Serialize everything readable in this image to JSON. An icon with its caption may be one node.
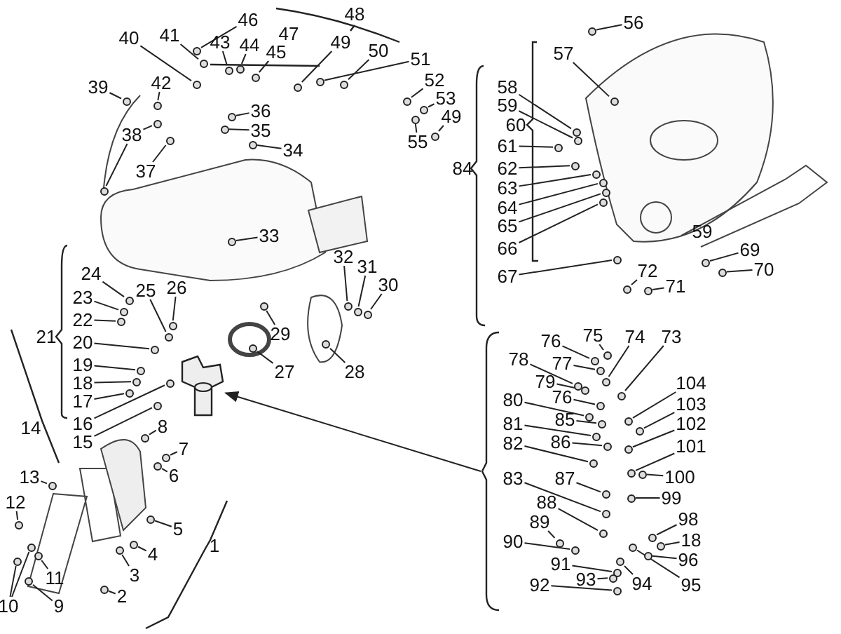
{
  "diagram": {
    "nodes": [
      {
        "text": [
          "40"
        ]
      },
      {
        "text": [
          "41"
        ]
      },
      {
        "text": [
          "46"
        ]
      },
      {
        "text": [
          "43"
        ]
      },
      {
        "text": [
          "44"
        ]
      },
      {
        "text": [
          "45"
        ]
      },
      {
        "text": [
          "49"
        ]
      },
      {
        "text": [
          "50"
        ]
      },
      {
        "text": [
          "51"
        ]
      },
      {
        "text": [
          "52"
        ]
      },
      {
        "text": [
          "53"
        ]
      },
      {
        "text": [
          "49"
        ]
      },
      {
        "text": [
          "55"
        ]
      },
      {
        "text": [
          "39"
        ]
      },
      {
        "text": [
          "42"
        ]
      },
      {
        "text": [
          "36"
        ]
      },
      {
        "text": [
          "35"
        ]
      },
      {
        "text": [
          "34"
        ]
      },
      {
        "text": [
          "38"
        ]
      },
      {
        "text": [
          "37"
        ]
      },
      {
        "text": [
          "33"
        ]
      },
      {
        "text": [
          "32"
        ]
      },
      {
        "text": [
          "31"
        ]
      },
      {
        "text": [
          "30"
        ]
      },
      {
        "text": [
          "29"
        ]
      },
      {
        "text": [
          "28"
        ]
      },
      {
        "text": [
          "27"
        ]
      },
      {
        "text": [
          "26"
        ]
      },
      {
        "text": [
          "25"
        ]
      },
      {
        "text": [
          "24"
        ]
      },
      {
        "text": [
          "23"
        ]
      },
      {
        "text": [
          "22"
        ]
      },
      {
        "text": [
          "20"
        ]
      },
      {
        "text": [
          "19"
        ]
      },
      {
        "text": [
          "18"
        ]
      },
      {
        "text": [
          "17"
        ]
      },
      {
        "text": [
          "16"
        ]
      },
      {
        "text": [
          "15"
        ]
      },
      {
        "text": [
          "8"
        ]
      },
      {
        "text": [
          "7"
        ]
      },
      {
        "text": [
          "6"
        ]
      },
      {
        "text": [
          "13"
        ]
      },
      {
        "text": [
          "12"
        ]
      },
      {
        "text": [
          "5"
        ]
      },
      {
        "text": [
          "4"
        ]
      },
      {
        "text": [
          "3"
        ]
      },
      {
        "text": [
          "2"
        ]
      },
      {
        "text": [
          "11"
        ]
      },
      {
        "text": [
          "10"
        ]
      },
      {
        "text": [
          "9"
        ]
      },
      {
        "text": [
          "56"
        ]
      },
      {
        "text": [
          "57"
        ]
      },
      {
        "text": [
          "58"
        ]
      },
      {
        "text": [
          "59"
        ]
      },
      {
        "text": [
          "61"
        ]
      },
      {
        "text": [
          "62"
        ]
      },
      {
        "text": [
          "63"
        ]
      },
      {
        "text": [
          "64"
        ]
      },
      {
        "text": [
          "65"
        ]
      },
      {
        "text": [
          "66"
        ]
      },
      {
        "text": [
          "67"
        ]
      },
      {
        "text": [
          "69"
        ]
      },
      {
        "text": [
          "70"
        ]
      },
      {
        "text": [
          "72"
        ]
      },
      {
        "text": [
          "71"
        ]
      },
      {
        "text": [
          "76"
        ]
      },
      {
        "text": [
          "75"
        ]
      },
      {
        "text": [
          "74"
        ]
      },
      {
        "text": [
          "73"
        ]
      },
      {
        "text": [
          "78"
        ]
      },
      {
        "text": [
          "77"
        ]
      },
      {
        "text": [
          "79"
        ]
      },
      {
        "text": [
          "80"
        ]
      },
      {
        "text": [
          "76"
        ]
      },
      {
        "text": [
          "85"
        ]
      },
      {
        "text": [
          "104"
        ]
      },
      {
        "text": [
          "103"
        ]
      },
      {
        "text": [
          "102"
        ]
      },
      {
        "text": [
          "81"
        ]
      },
      {
        "text": [
          "86"
        ]
      },
      {
        "text": [
          "101"
        ]
      },
      {
        "text": [
          "100"
        ]
      },
      {
        "text": [
          "82"
        ]
      },
      {
        "text": [
          "87"
        ]
      },
      {
        "text": [
          "99"
        ]
      },
      {
        "text": [
          "83"
        ]
      },
      {
        "text": [
          "88"
        ]
      },
      {
        "text": [
          "98"
        ]
      },
      {
        "text": [
          "89"
        ]
      },
      {
        "text": [
          "18"
        ]
      },
      {
        "text": [
          "90"
        ]
      },
      {
        "text": [
          "96"
        ]
      },
      {
        "text": [
          "91"
        ]
      },
      {
        "text": [
          "95"
        ]
      },
      {
        "text": [
          "94"
        ]
      },
      {
        "text": [
          "93"
        ]
      },
      {
        "text": [
          "92"
        ]
      },
      {
        "text": [],
        "shape": "picture"
      },
      {
        "text": [],
        "shape": "circle"
      },
      {
        "text": [],
        "shape": "circle"
      },
      {
        "text": [],
        "shape": "circle"
      },
      {
        "text": [],
        "shape": "circle"
      },
      {
        "text": [],
        "shape": "circle"
      },
      {
        "text": [],
        "shape": "circle"
      },
      {
        "text": [],
        "shape": "circle"
      },
      {
        "text": [],
        "shape": "circle"
      },
      {
        "text": [],
        "shape": "circle"
      },
      {
        "text": [],
        "shape": "circle"
      },
      {
        "text": [],
        "shape": "circle"
      },
      {
        "text": [],
        "shape": "circle"
      },
      {
        "text": [],
        "shape": "circle"
      },
      {
        "text": [],
        "shape": "circle"
      },
      {
        "text": [],
        "shape": "circle"
      },
      {
        "text": [],
        "shape": "circle"
      },
      {
        "text": [],
        "shape": "circle"
      },
      {
        "text": [],
        "shape": "circle"
      },
      {
        "text": [],
        "shape": "circle"
      },
      {
        "text": [],
        "shape": "circle"
      },
      {
        "text": [],
        "shape": "circle"
      },
      {
        "text": [],
        "shape": "circle"
      },
      {
        "text": [],
        "shape": "circle"
      },
      {
        "text": [],
        "shape": "circle"
      },
      {
        "text": [],
        "shape": "circle"
      },
      {
        "text": [],
        "shape": "circle"
      },
      {
        "text": [],
        "shape": "circle"
      },
      {
        "text": [],
        "shape": "circle"
      },
      {
        "text": [],
        "shape": "circle"
      },
      {
        "text": [],
        "shape": "circle"
      },
      {
        "text": [],
        "shape": "circle"
      },
      {
        "text": [],
        "shape": "circle"
      },
      {
        "text": [],
        "shape": "circle"
      },
      {
        "text": [],
        "shape": "circle"
      },
      {
        "text": [],
        "shape": "circle"
      },
      {
        "text": [],
        "shape": "circle"
      },
      {
        "text": [],
        "shape": "circle"
      },
      {
        "text": [],
        "shape": "circle"
      },
      {
        "text": [],
        "shape": "circle"
      },
      {
        "text": [],
        "shape": "circle"
      },
      {
        "text": [],
        "shape": "circle"
      },
      {
        "text": [],
        "shape": "circle"
      },
      {
        "text": [],
        "shape": "circle"
      },
      {
        "text": [],
        "shape": "circle"
      },
      {
        "text": [],
        "shape": "circle"
      },
      {
        "text": [],
        "shape": "circle"
      },
      {
        "text": [],
        "shape": "circle"
      },
      {
        "text": [],
        "shape": "circle"
      },
      {
        "text": [],
        "shape": "circle"
      },
      {
        "text": [],
        "shape": "circle"
      },
      {
        "text": [],
        "shape": "circle"
      },
      {
        "text": [],
        "shape": "circle"
      },
      {
        "text": [],
        "shape": "circle"
      },
      {
        "text": [],
        "shape": "circle"
      },
      {
        "text": [],
        "shape": "circle"
      },
      {
        "text": [],
        "shape": "circle"
      },
      {
        "text": [],
        "shape": "circle"
      },
      {
        "text": [],
        "shape": "circle"
      },
      {
        "text": [],
        "shape": "circle"
      },
      {
        "text": [],
        "shape": "circle"
      },
      {
        "text": [],
        "shape": "circle"
      },
      {
        "text": [],
        "shape": "circle"
      },
      {
        "text": [],
        "shape": "circle"
      },
      {
        "text": [],
        "shape": "circle"
      },
      {
        "text": [],
        "shape": "circle"
      },
      {
        "text": [],
        "shape": "circle"
      },
      {
        "text": [],
        "shape": "circle"
      },
      {
        "text": [],
        "shape": "circle"
      },
      {
        "text": [],
        "shape": "circle"
      },
      {
        "text": [],
        "shape": "circle"
      },
      {
        "text": [],
        "shape": "circle"
      },
      {
        "text": [],
        "shape": "circle"
      },
      {
        "text": [],
        "shape": "circle"
      },
      {
        "text": [],
        "shape": "circle"
      },
      {
        "text": [],
        "shape": "circle"
      },
      {
        "text": [],
        "shape": "circle"
      },
      {
        "text": [],
        "shape": "circle"
      },
      {
        "text": [],
        "shape": "circle"
      },
      {
        "text": [],
        "shape": "circle"
      },
      {
        "text": [],
        "shape": "circle"
      },
      {
        "text": [],
        "shape": "circle"
      },
      {
        "text": [],
        "shape": "circle"
      },
      {
        "text": [],
        "shape": "circle"
      },
      {
        "text": [],
        "shape": "circle"
      },
      {
        "text": [],
        "shape": "circle"
      },
      {
        "text": [],
        "shape": "circle"
      },
      {
        "text": [],
        "shape": "circle"
      },
      {
        "text": [],
        "shape": "circle"
      },
      {
        "text": [],
        "shape": "circle"
      },
      {
        "text": [],
        "shape": "circle"
      },
      {
        "text": [],
        "shape": "circle"
      },
      {
        "text": [],
        "shape": "circle"
      },
      {
        "text": [],
        "shape": "circle"
      },
      {
        "text": [],
        "shape": "circle"
      },
      {
        "text": [],
        "shape": "circle"
      },
      {
        "text": [],
        "shape": "circle"
      },
      {
        "text": [],
        "shape": "circle"
      },
      {
        "text": [],
        "shape": "circle"
      },
      {
        "text": [],
        "shape": "circle"
      },
      {
        "text": [],
        "shape": "bracket"
      }
    ],
    "edges": [
      {
        "from": 0,
        "to": 98,
        "arrow": "none"
      },
      {
        "from": 1,
        "to": 99,
        "arrow": "none"
      },
      {
        "from": 2,
        "to": 100,
        "arrow": "none"
      },
      {
        "from": 3,
        "to": 101,
        "arrow": "none"
      },
      {
        "from": 4,
        "to": 102,
        "arrow": "none"
      },
      {
        "from": 5,
        "to": 103,
        "arrow": "none"
      },
      {
        "from": 6,
        "to": 104,
        "arrow": "none"
      },
      {
        "from": 7,
        "to": 105,
        "arrow": "none"
      },
      {
        "from": 8,
        "to": 106,
        "arrow": "none"
      },
      {
        "from": 9,
        "to": 107,
        "arrow": "none"
      },
      {
        "from": 10,
        "to": 108,
        "arrow": "none"
      },
      {
        "from": 11,
        "to": 109,
        "arrow": "none"
      },
      {
        "from": 12,
        "to": 110,
        "arrow": "none"
      },
      {
        "from": 13,
        "to": 111,
        "arrow": "none"
      },
      {
        "from": 14,
        "to": 112,
        "arrow": "none"
      },
      {
        "from": 15,
        "to": 113,
        "arrow": "none"
      },
      {
        "from": 16,
        "to": 114,
        "arrow": "none"
      },
      {
        "from": 17,
        "to": 115,
        "arrow": "none"
      },
      {
        "from": 18,
        "to": 116,
        "arrow": "none"
      },
      {
        "from": 18,
        "to": 117,
        "arrow": "none"
      },
      {
        "from": 19,
        "to": 118,
        "arrow": "none"
      },
      {
        "from": 20,
        "to": 119,
        "arrow": "none"
      },
      {
        "from": 21,
        "to": 120,
        "arrow": "none"
      },
      {
        "from": 22,
        "to": 121,
        "arrow": "none"
      },
      {
        "from": 23,
        "to": 122,
        "arrow": "none"
      },
      {
        "from": 24,
        "to": 123,
        "arrow": "none"
      },
      {
        "from": 25,
        "to": 124,
        "arrow": "none"
      },
      {
        "from": 26,
        "to": 125,
        "arrow": "none"
      },
      {
        "from": 27,
        "to": 126,
        "arrow": "none"
      },
      {
        "from": 28,
        "to": 127,
        "arrow": "none"
      },
      {
        "from": 29,
        "to": 128,
        "arrow": "none"
      },
      {
        "from": 30,
        "to": 129,
        "arrow": "none"
      },
      {
        "from": 31,
        "to": 130,
        "arrow": "none"
      },
      {
        "from": 32,
        "to": 131,
        "arrow": "none"
      },
      {
        "from": 33,
        "to": 132,
        "arrow": "none"
      },
      {
        "from": 34,
        "to": 133,
        "arrow": "none"
      },
      {
        "from": 35,
        "to": 134,
        "arrow": "none"
      },
      {
        "from": 36,
        "to": 135,
        "arrow": "none"
      },
      {
        "from": 37,
        "to": 136,
        "arrow": "none"
      },
      {
        "from": 38,
        "to": 137,
        "arrow": "none"
      },
      {
        "from": 39,
        "to": 138,
        "arrow": "none"
      },
      {
        "from": 40,
        "to": 139,
        "arrow": "none"
      },
      {
        "from": 41,
        "to": 140,
        "arrow": "none"
      },
      {
        "from": 42,
        "to": 141,
        "arrow": "none"
      },
      {
        "from": 43,
        "to": 142,
        "arrow": "none"
      },
      {
        "from": 44,
        "to": 143,
        "arrow": "none"
      },
      {
        "from": 45,
        "to": 144,
        "arrow": "none"
      },
      {
        "from": 46,
        "to": 145,
        "arrow": "none"
      },
      {
        "from": 47,
        "to": 146,
        "arrow": "none"
      },
      {
        "from": 48,
        "to": 147,
        "arrow": "none"
      },
      {
        "from": 48,
        "to": 148,
        "arrow": "none"
      },
      {
        "from": 49,
        "to": 149,
        "arrow": "none"
      },
      {
        "from": 50,
        "to": 150,
        "arrow": "none"
      },
      {
        "from": 51,
        "to": 151,
        "arrow": "none"
      },
      {
        "from": 52,
        "to": 152,
        "arrow": "none"
      },
      {
        "from": 53,
        "to": 153,
        "arrow": "none"
      },
      {
        "from": 54,
        "to": 154,
        "arrow": "none"
      },
      {
        "from": 55,
        "to": 155,
        "arrow": "none"
      },
      {
        "from": 56,
        "to": 156,
        "arrow": "none"
      },
      {
        "from": 57,
        "to": 157,
        "arrow": "none"
      },
      {
        "from": 58,
        "to": 158,
        "arrow": "none"
      },
      {
        "from": 59,
        "to": 159,
        "arrow": "none"
      },
      {
        "from": 60,
        "to": 160,
        "arrow": "none"
      },
      {
        "from": 61,
        "to": 161,
        "arrow": "none"
      },
      {
        "from": 62,
        "to": 162,
        "arrow": "none"
      },
      {
        "from": 63,
        "to": 163,
        "arrow": "none"
      },
      {
        "from": 64,
        "to": 164,
        "arrow": "none"
      },
      {
        "from": 65,
        "to": 165,
        "arrow": "none"
      },
      {
        "from": 66,
        "to": 166,
        "arrow": "none"
      },
      {
        "from": 67,
        "to": 167,
        "arrow": "none"
      },
      {
        "from": 68,
        "to": 168,
        "arrow": "none"
      },
      {
        "from": 69,
        "to": 169,
        "arrow": "none"
      },
      {
        "from": 70,
        "to": 170,
        "arrow": "none"
      },
      {
        "from": 71,
        "to": 171,
        "arrow": "none"
      },
      {
        "from": 72,
        "to": 172,
        "arrow": "none"
      },
      {
        "from": 73,
        "to": 173,
        "arrow": "none"
      },
      {
        "from": 74,
        "to": 174,
        "arrow": "none"
      },
      {
        "from": 75,
        "to": 175,
        "arrow": "none"
      },
      {
        "from": 76,
        "to": 176,
        "arrow": "none"
      },
      {
        "from": 77,
        "to": 177,
        "arrow": "none"
      },
      {
        "from": 78,
        "to": 178,
        "arrow": "none"
      },
      {
        "from": 79,
        "to": 179,
        "arrow": "none"
      },
      {
        "from": 80,
        "to": 180,
        "arrow": "none"
      },
      {
        "from": 81,
        "to": 181,
        "arrow": "none"
      },
      {
        "from": 82,
        "to": 182,
        "arrow": "none"
      },
      {
        "from": 83,
        "to": 183,
        "arrow": "none"
      },
      {
        "from": 84,
        "to": 184,
        "arrow": "none"
      },
      {
        "from": 85,
        "to": 185,
        "arrow": "none"
      },
      {
        "from": 86,
        "to": 186,
        "arrow": "none"
      },
      {
        "from": 87,
        "to": 187,
        "arrow": "none"
      },
      {
        "from": 88,
        "to": 188,
        "arrow": "none"
      },
      {
        "from": 89,
        "to": 189,
        "arrow": "none"
      },
      {
        "from": 90,
        "to": 190,
        "arrow": "none"
      },
      {
        "from": 91,
        "to": 191,
        "arrow": "none"
      },
      {
        "from": 92,
        "to": 192,
        "arrow": "none"
      },
      {
        "from": 93,
        "to": 193,
        "arrow": "none"
      },
      {
        "from": 94,
        "to": 194,
        "arrow": "none"
      },
      {
        "from": 95,
        "to": 195,
        "arrow": "none"
      },
      {
        "from": 96,
        "to": 196,
        "arrow": "none"
      },
      {
        "from": 197,
        "to": 97,
        "arrow": "to"
      }
    ],
    "labels": [
      "48",
      "47",
      "84",
      "60",
      "59",
      "21",
      "14",
      "1"
    ]
  }
}
